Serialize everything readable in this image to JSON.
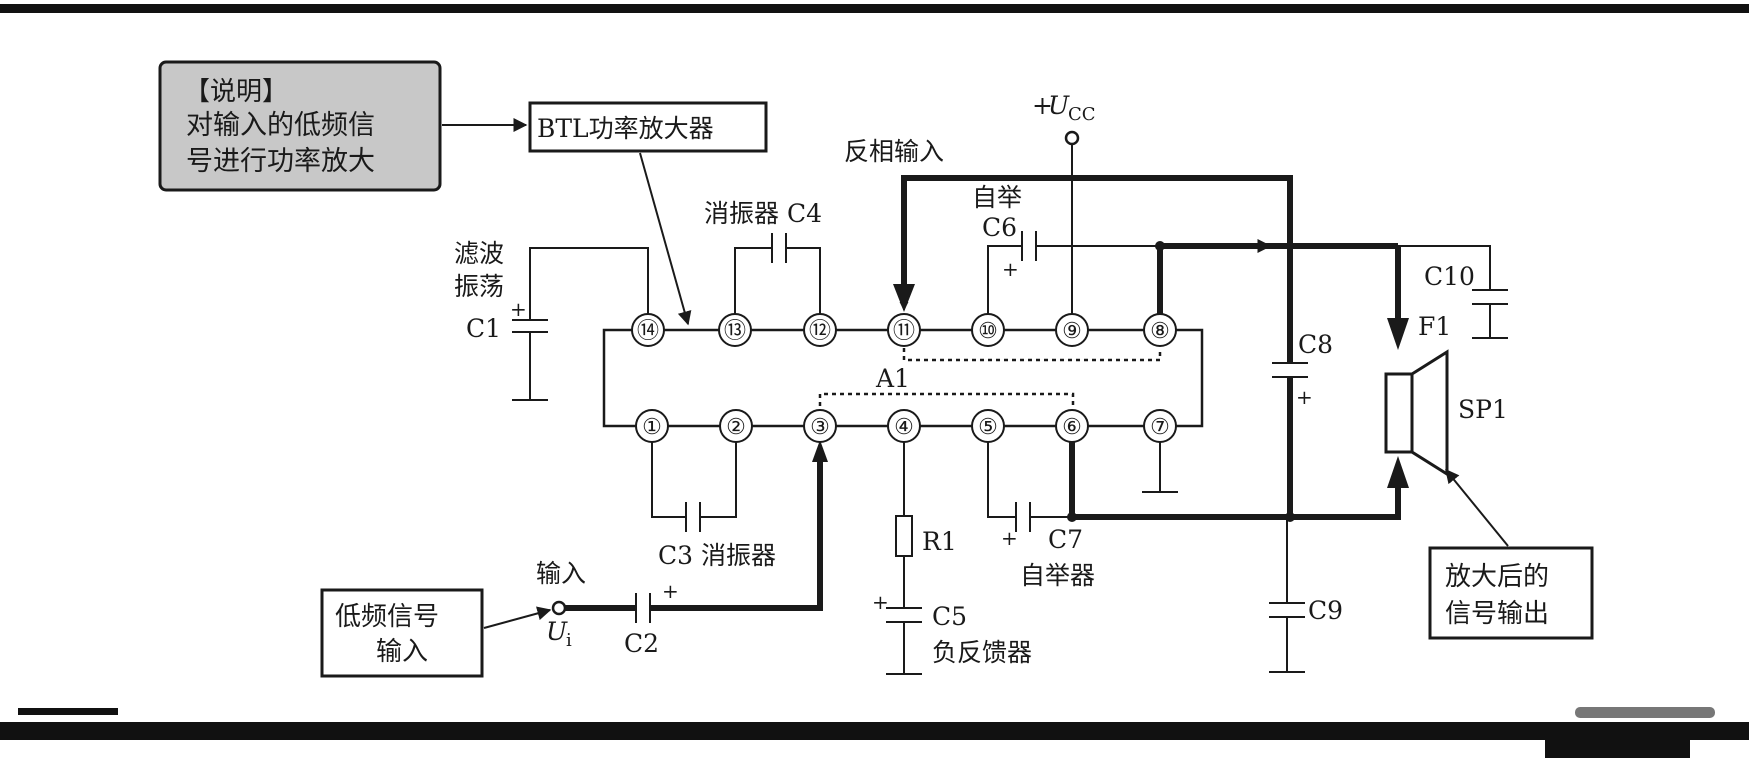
{
  "note": {
    "header": "【说明】",
    "line1": "对输入的低频信",
    "line2": "号进行功率放大"
  },
  "chip_title": "BTL功率放大器",
  "chip_label": "A1",
  "vcc_prefix": "+",
  "vcc_symbol": "U",
  "vcc_subscript": "CC",
  "pins_top": [
    "⑭",
    "⑬",
    "⑫",
    "⑪",
    "⑩",
    "⑨",
    "⑧"
  ],
  "pins_bottom": [
    "①",
    "②",
    "③",
    "④",
    "⑤",
    "⑥",
    "⑦"
  ],
  "labels": {
    "filter_l1": "滤波",
    "filter_l2": "振荡",
    "c1": "C1",
    "c4": "消振器 C4",
    "inverting_input": "反相输入",
    "bootstrap_top": "自举",
    "c6": "C6",
    "c10": "C10",
    "f1": "F1",
    "c8": "C8",
    "sp1": "SP1",
    "c3": "C3 消振器",
    "r1": "R1",
    "c7": "C7",
    "bootstrap_bottom": "自举器",
    "c5": "C5",
    "negative_feedback": "负反馈器",
    "c9": "C9",
    "input": "输入",
    "ui_symbol": "U",
    "ui_subscript": "i",
    "c2": "C2",
    "plus": "+"
  },
  "input_box": {
    "line1": "低频信号",
    "line2": "输入"
  },
  "output_box": {
    "line1": "放大后的",
    "line2": "信号输出"
  }
}
